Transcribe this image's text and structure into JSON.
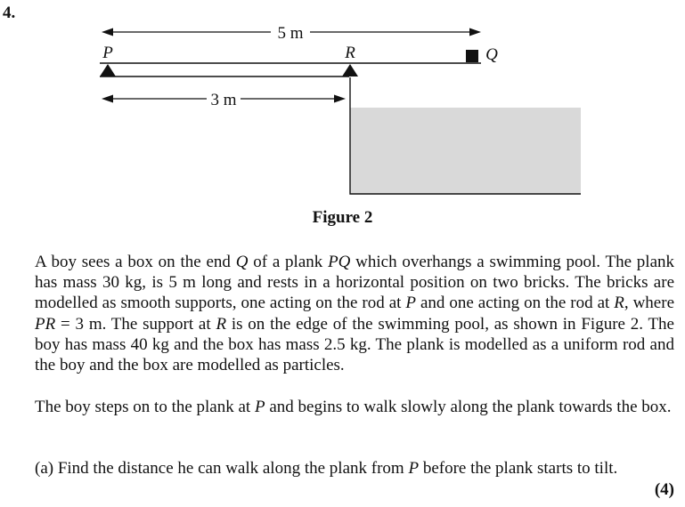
{
  "question_number": "4.",
  "figure": {
    "label_p": "P",
    "label_r": "R",
    "label_q": "Q",
    "dim_pq": "5 m",
    "dim_pr": "3 m",
    "caption": "Figure 2"
  },
  "paragraph1": [
    {
      "t": "A boy sees a box on the end "
    },
    {
      "t": "Q",
      "i": true
    },
    {
      "t": " of a plank "
    },
    {
      "t": "PQ",
      "i": true
    },
    {
      "t": " which overhangs a swimming pool.  The plank has mass 30 kg, is 5 m long and rests in a horizontal position on two bricks. The bricks are modelled as smooth supports, one acting on the rod at "
    },
    {
      "t": "P",
      "i": true
    },
    {
      "t": " and one acting on the rod at "
    },
    {
      "t": "R",
      "i": true
    },
    {
      "t": ", where "
    },
    {
      "t": "PR",
      "i": true
    },
    {
      "t": " = 3 m.  The support at "
    },
    {
      "t": "R",
      "i": true
    },
    {
      "t": " is on the edge of the swimming pool, as shown in Figure 2.  The boy has mass 40 kg and the box has mass 2.5 kg.  The plank is modelled as a uniform rod and the boy and the box are modelled as particles."
    }
  ],
  "paragraph2": [
    {
      "t": "The boy steps on to the plank at "
    },
    {
      "t": "P",
      "i": true
    },
    {
      "t": " and begins to walk slowly along the plank towards the box."
    }
  ],
  "part_a": [
    {
      "t": "(a)  Find the distance he can walk along the plank from "
    },
    {
      "t": "P",
      "i": true
    },
    {
      "t": " before the plank starts to tilt."
    }
  ],
  "part_a_marks": "(4)"
}
